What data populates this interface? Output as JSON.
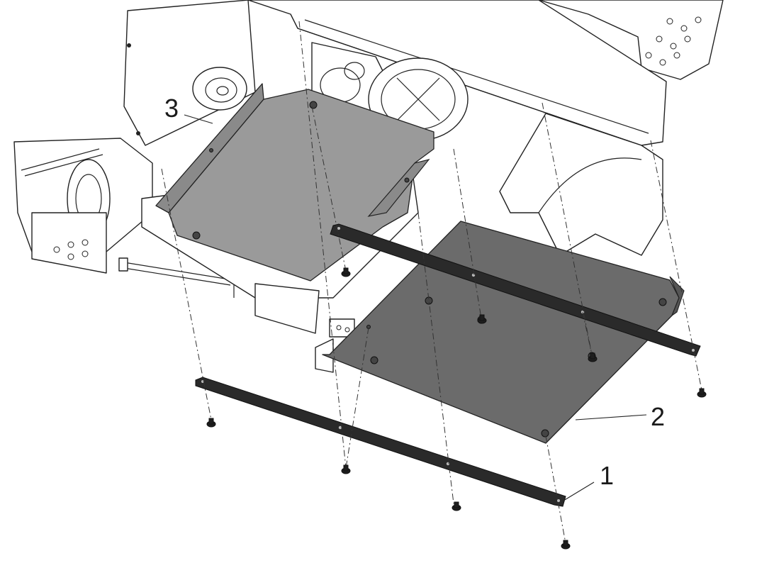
{
  "callouts": [
    {
      "id": "1",
      "label": "1"
    },
    {
      "id": "2",
      "label": "2"
    },
    {
      "id": "3",
      "label": "3"
    }
  ],
  "colors": {
    "outline": "#222222",
    "cover_light": "#9a9a9a",
    "cover_dark": "#6b6b6b",
    "strip": "#2a2a2a",
    "background": "#ffffff"
  }
}
